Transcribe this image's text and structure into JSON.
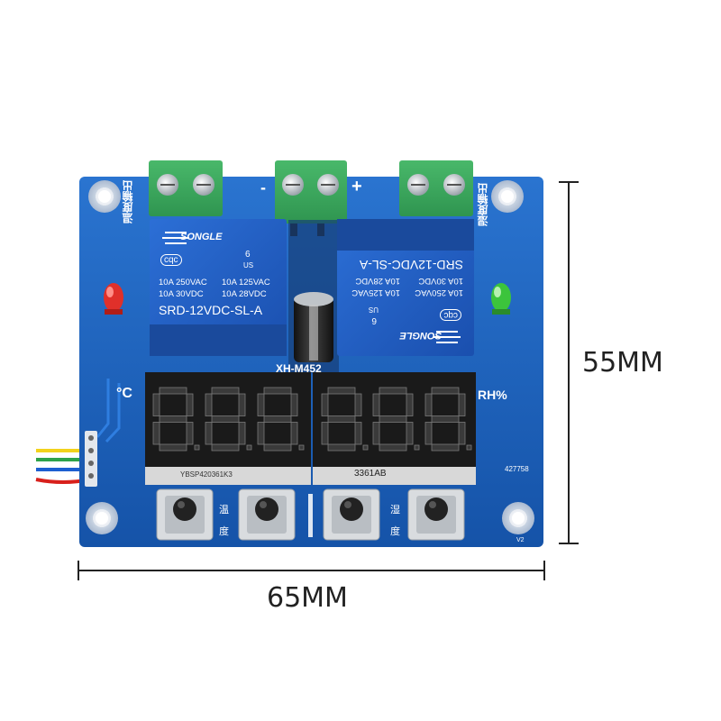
{
  "dimensions": {
    "width_label": "65MM",
    "height_label": "55MM"
  },
  "board": {
    "color": "#1b5fb8",
    "model_partial": "XH-M452",
    "side_text_left": "温度输出",
    "side_text_right": "湿度输出",
    "terminal_minus": "-",
    "terminal_plus": "+",
    "unit_temp": "°C",
    "unit_humidity": "RH%",
    "code_small": "427758",
    "version": "V2",
    "button_labels_left": [
      "温",
      "度"
    ],
    "button_labels_right": [
      "湿",
      "度"
    ]
  },
  "relays": [
    {
      "brand": "SONGLE",
      "ratings": [
        "10A 250VAC",
        "10A 125VAC",
        "10A 30VDC",
        "10A 28VDC"
      ],
      "model": "SRD-12VDC-SL-A",
      "mark": "cqc",
      "ul": "US",
      "rev": "6"
    },
    {
      "brand": "SONGLE",
      "ratings": [
        "10A 250VAC",
        "10A 125VAC",
        "10A 30VDC",
        "10A 28VDC"
      ],
      "model": "SRD-12VDC-SL-A",
      "mark": "cqc",
      "ul": "US",
      "rev": "6"
    }
  ],
  "displays": [
    {
      "digits": "8.8.8.",
      "label": "YBSP420361K3"
    },
    {
      "digits": "8.8.8.",
      "label": "3361AB"
    }
  ],
  "leds": {
    "left_color": "#e0302a",
    "right_color": "#3cc43c"
  },
  "wires": [
    "#f2d21b",
    "#2ea24a",
    "#1d5fd0",
    "#d8201c"
  ]
}
